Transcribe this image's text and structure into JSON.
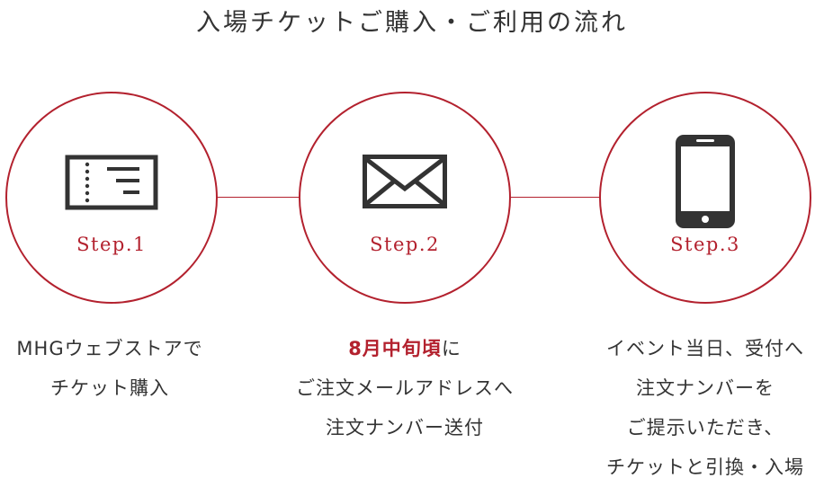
{
  "title": "入場チケットご購入・ご利用の流れ",
  "colors": {
    "accent": "#b3212e",
    "text": "#333333",
    "icon": "#333333"
  },
  "steps": [
    {
      "label": "Step.1",
      "icon": "ticket-icon",
      "lines": [
        {
          "text": "MHGウェブストアで"
        },
        {
          "text": "チケット購入"
        }
      ]
    },
    {
      "label": "Step.2",
      "icon": "envelope-icon",
      "lines": [
        {
          "highlight": "8月中旬頃",
          "text": "に"
        },
        {
          "text": "ご注文メールアドレスへ"
        },
        {
          "text": "注文ナンバー送付"
        }
      ]
    },
    {
      "label": "Step.3",
      "icon": "smartphone-icon",
      "lines": [
        {
          "text": "イベント当日、受付へ"
        },
        {
          "text": "注文ナンバーを"
        },
        {
          "text": "ご提示いただき、"
        },
        {
          "text": "チケットと引換・入場"
        }
      ]
    }
  ]
}
